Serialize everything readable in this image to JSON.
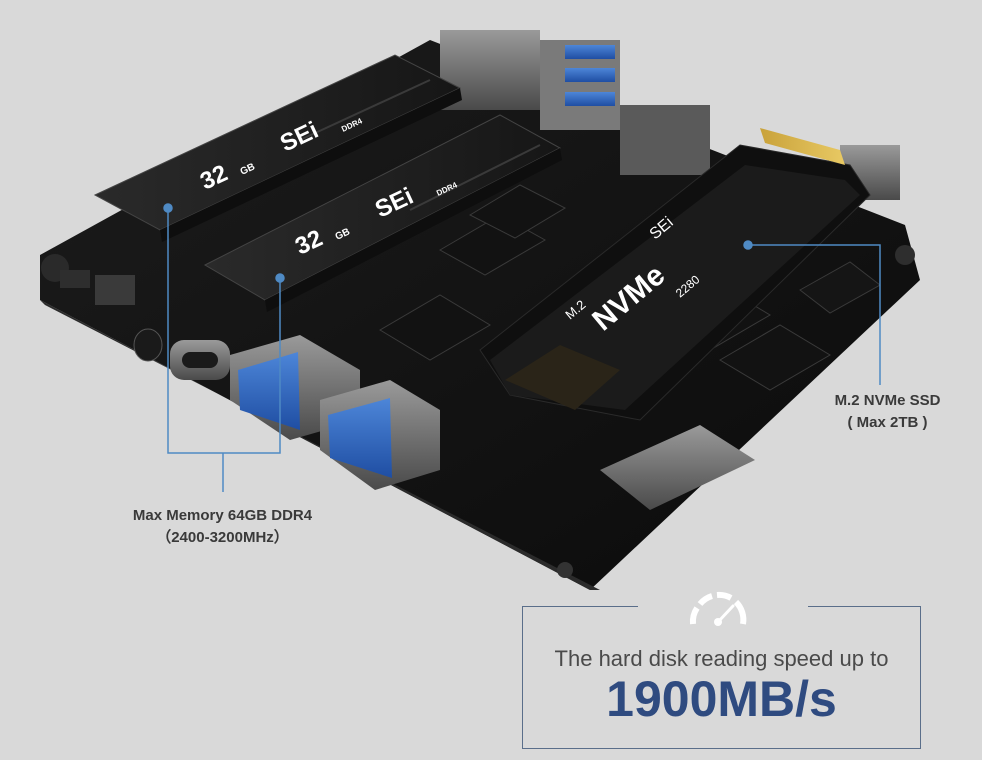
{
  "ram": {
    "stick1": {
      "capacity": "32",
      "unit": "GB",
      "brand": "SEi",
      "type": "DDR4"
    },
    "stick2": {
      "capacity": "32",
      "unit": "GB",
      "brand": "SEi",
      "type": "DDR4"
    }
  },
  "ssd": {
    "brand": "SEi",
    "form": "M.2",
    "name": "NVMe",
    "size": "2280"
  },
  "memory_callout": {
    "line1": "Max Memory 64GB DDR4",
    "line2": "（2400-3200MHz）"
  },
  "ssd_callout": {
    "line1": "M.2 NVMe SSD",
    "line2": "( Max 2TB )"
  },
  "speed": {
    "line1": "The hard disk reading speed up to",
    "value": "1900MB/s",
    "icon": "speedometer-icon"
  },
  "colors": {
    "accent_line": "#4f8ac4",
    "speed_value": "#2f4b80",
    "background": "#d9d9d9"
  }
}
